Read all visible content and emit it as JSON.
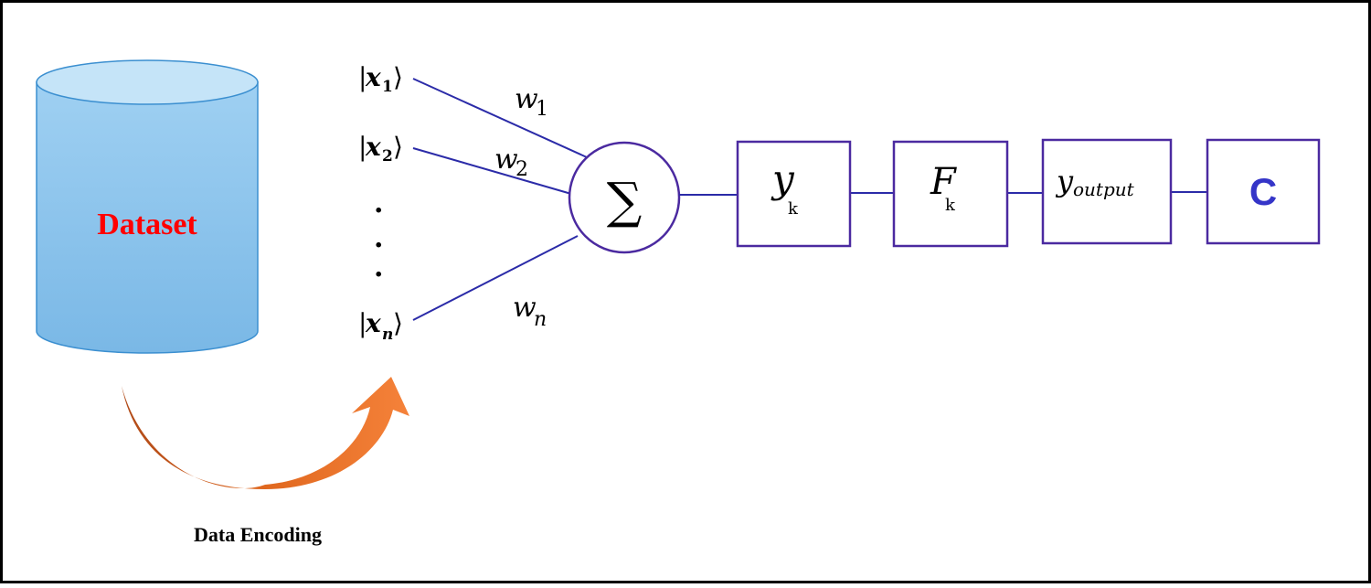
{
  "dataset": {
    "label": "Dataset"
  },
  "encoding": {
    "label": "Data Encoding"
  },
  "inputs": [
    {
      "ket_open": "|",
      "symbol": "x",
      "sub": "1",
      "ket_close": "⟩"
    },
    {
      "ket_open": "|",
      "symbol": "x",
      "sub": "2",
      "ket_close": "⟩"
    },
    {
      "ket_open": "|",
      "symbol": "x",
      "sub": "n",
      "ket_close": "⟩"
    }
  ],
  "dots": [
    ".",
    ".",
    "."
  ],
  "weights": [
    {
      "symbol": "w",
      "sub": "1"
    },
    {
      "symbol": "w",
      "sub": "2"
    },
    {
      "symbol": "w",
      "sub": "n"
    }
  ],
  "sum": {
    "symbol": "∑"
  },
  "blocks": [
    {
      "symbol": "y",
      "sub": "k"
    },
    {
      "symbol": "F",
      "sub": "k"
    },
    {
      "symbol": "y",
      "sub": "output"
    },
    {
      "symbol": "C",
      "sub": ""
    }
  ],
  "colors": {
    "line": "#2b2ba8",
    "dataset_text": "#ff0000",
    "c_text": "#3535c8",
    "cylinder_top": "#c5e4f8",
    "cylinder_body_top": "#9fd0f2",
    "cylinder_body_bottom": "#7ab8e6",
    "arrow_light": "#f5823a",
    "arrow_dark": "#b04a18"
  }
}
